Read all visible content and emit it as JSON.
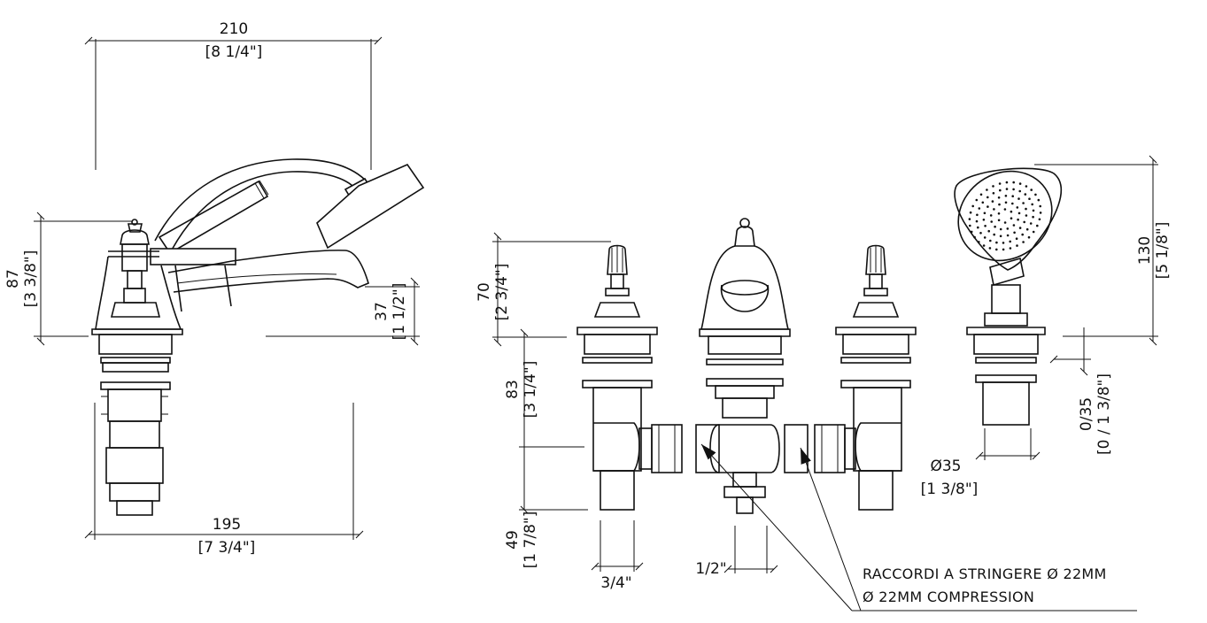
{
  "dimensions": {
    "width_mm": "210",
    "width_in": "[8 1/4\"]",
    "base_mm": "195",
    "base_in": "[7 3/4\"]",
    "height_mm": "87",
    "height_in": "[3 3/8\"]",
    "spout_mm": "37",
    "spout_in": "[1 1/2\"]",
    "handle_mm": "70",
    "handle_in": "[2 3/4\"]",
    "body_mm": "83",
    "body_in": "[3 1/4\"]",
    "lower_mm": "49",
    "lower_in": "[1 7/8\"]",
    "thread_a": "3/4\"",
    "thread_b": "1/2\"",
    "shower_mm": "130",
    "shower_in": "[5 1/8\"]",
    "deck_mm": "0/35",
    "deck_in": "[0 / 1 3/8\"]",
    "dia_mm": "Ø35",
    "dia_in": "[1 3/8\"]"
  },
  "note": {
    "line1": "RACCORDI A STRINGERE Ø 22MM",
    "line2": "Ø 22MM COMPRESSION"
  }
}
